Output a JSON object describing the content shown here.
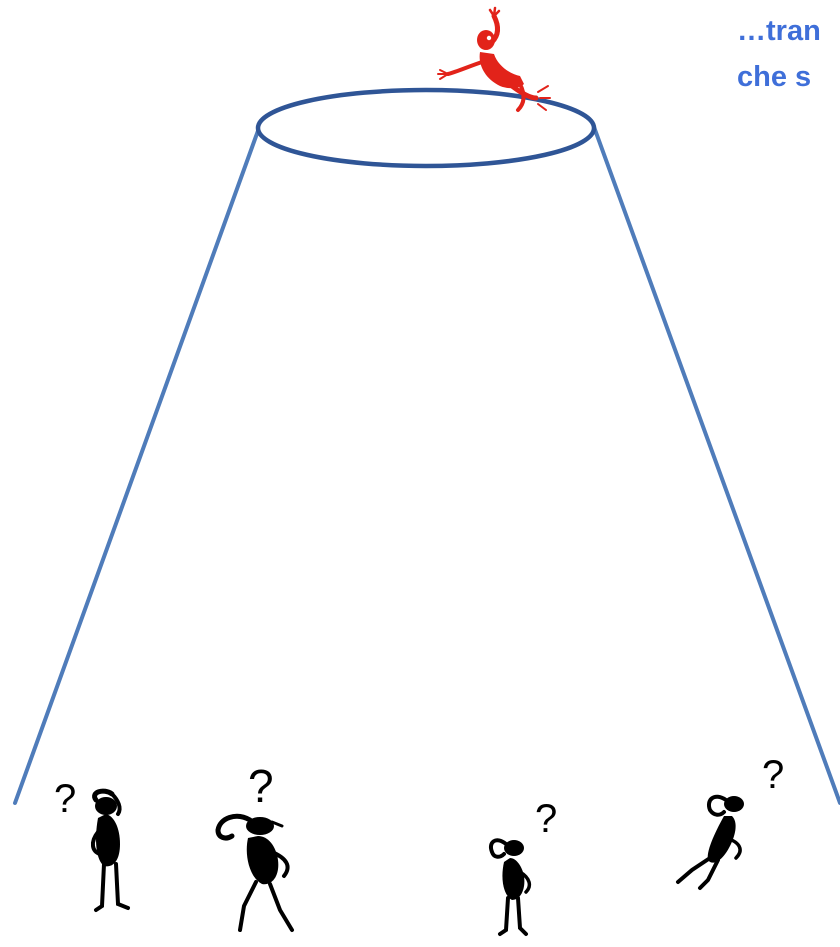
{
  "caption": {
    "line1": "…tran",
    "line2": "che s"
  },
  "colors": {
    "funnel": "#4f7cba",
    "rim": "#2f5596",
    "climber": "#e2231a",
    "figures": "#000000",
    "caption": "#3f6fd9"
  },
  "figures": [
    {
      "name": "confused-figure-1",
      "mark": "?"
    },
    {
      "name": "confused-figure-2",
      "mark": "?"
    },
    {
      "name": "confused-figure-3",
      "mark": "?"
    },
    {
      "name": "confused-figure-4",
      "mark": "?"
    }
  ],
  "climber": {
    "name": "red-climbing-figure"
  }
}
